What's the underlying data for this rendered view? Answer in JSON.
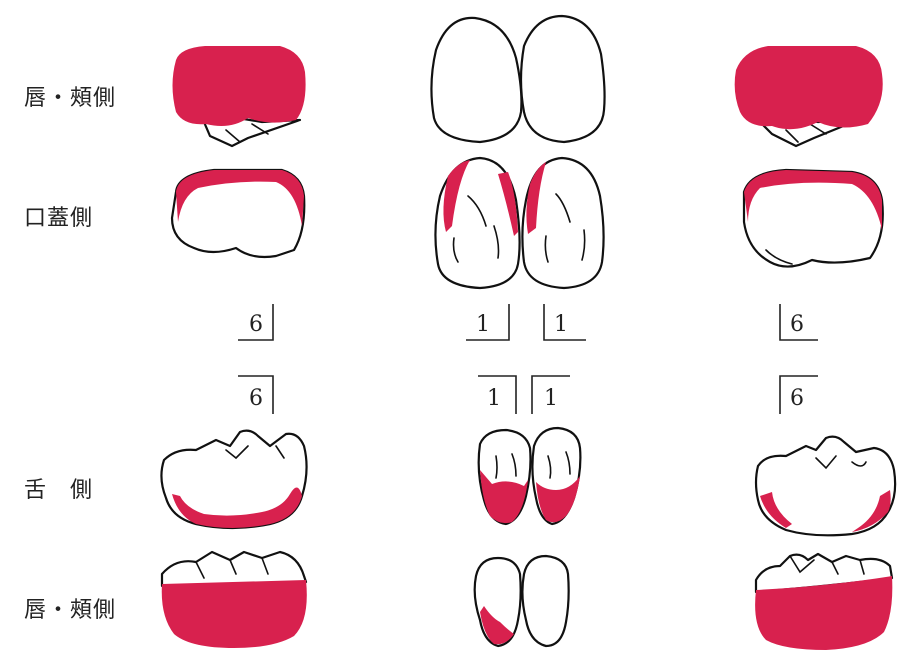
{
  "row_labels": {
    "upper_labial_buccal": "唇・頰側",
    "upper_palatal": "口蓋側",
    "lower_lingual": "舌　側",
    "lower_labial_buccal": "唇・頰側"
  },
  "tooth_notation": {
    "upper_right_molar": "6",
    "upper_right_incisor": "1",
    "upper_left_incisor": "1",
    "upper_left_molar": "6",
    "lower_right_molar": "6",
    "lower_right_incisor": "1",
    "lower_left_incisor": "1",
    "lower_left_molar": "6"
  },
  "colors": {
    "highlight": "#d8214e",
    "outline": "#111111"
  }
}
